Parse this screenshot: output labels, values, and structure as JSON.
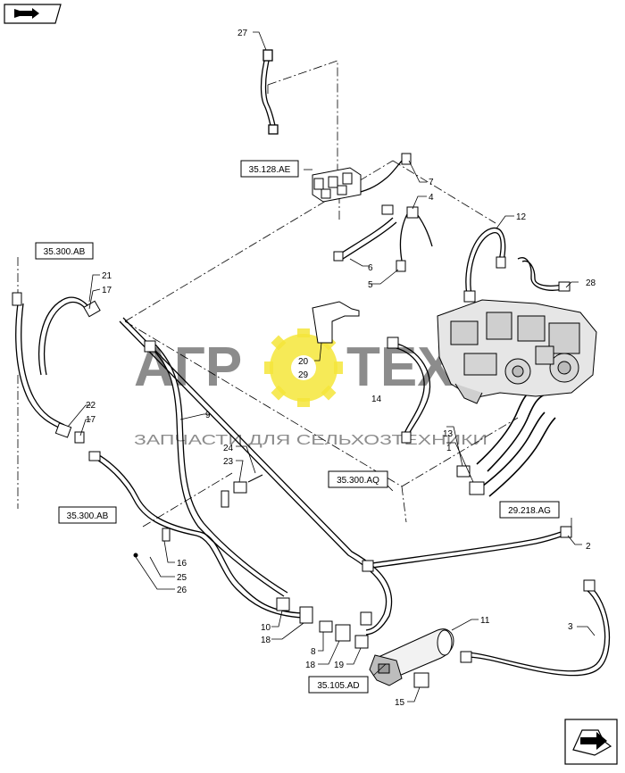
{
  "watermark": {
    "logo_left": "АГР",
    "logo_right": "ТЕХ",
    "tagline": "ЗАПЧАСТИ ДЛЯ СЕЛЬХОЗТЕХНИКИ",
    "gear_color": "#f5e63a",
    "text_color": "#8c8c8c"
  },
  "icons": {
    "top_left": "navigation-book-icon",
    "bottom_right": "next-page-arrow-icon"
  },
  "reference_boxes": [
    "35.128.AE",
    "35.300.AB",
    "35.300.AB",
    "35.300.AQ",
    "29.218.AG",
    "35.105.AD"
  ],
  "callouts": [
    "27",
    "7",
    "4",
    "12",
    "6",
    "5",
    "28",
    "21",
    "17",
    "20",
    "29",
    "14",
    "22",
    "17",
    "9",
    "13",
    "1",
    "24",
    "23",
    "16",
    "25",
    "26",
    "2",
    "3",
    "11",
    "10",
    "18",
    "8",
    "18",
    "19",
    "15"
  ]
}
